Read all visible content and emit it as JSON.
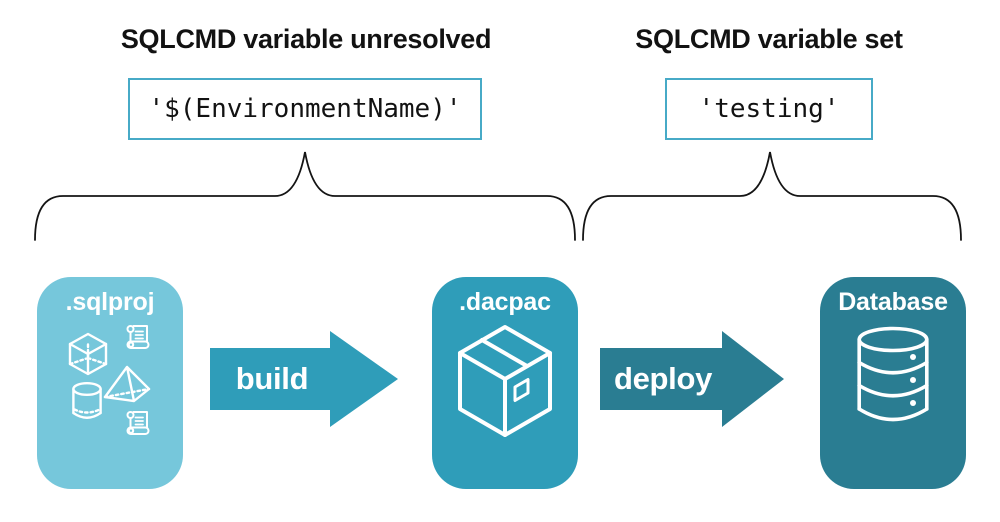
{
  "diagram": {
    "left_annotation": {
      "title": "SQLCMD variable unresolved",
      "code": "'$(EnvironmentName)'"
    },
    "right_annotation": {
      "title": "SQLCMD variable set",
      "code": "'testing'"
    },
    "stages": [
      {
        "label": ".sqlproj",
        "icon": "sql-objects-icon",
        "fill": "#76C7DB"
      },
      {
        "label": ".dacpac",
        "icon": "package-icon",
        "fill": "#2F9DB9"
      },
      {
        "label": "Database",
        "icon": "database-icon",
        "fill": "#2A7D92"
      }
    ],
    "arrows": [
      {
        "label": "build",
        "fill": "#2F9DB9"
      },
      {
        "label": "deploy",
        "fill": "#2A7D92"
      }
    ],
    "colors": {
      "code_box_border": "#47AAC7",
      "brace_stroke": "#141414",
      "heading_text": "#121212",
      "stage_text": "#FFFFFF"
    }
  }
}
